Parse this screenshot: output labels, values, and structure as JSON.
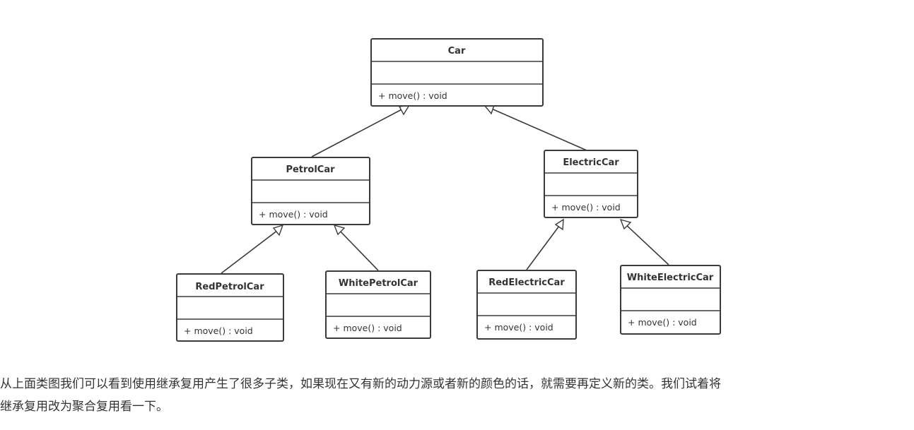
{
  "diagram": {
    "classes": {
      "car": {
        "name": "Car",
        "method": "+ move() : void"
      },
      "petrol_car": {
        "name": "PetrolCar",
        "method": "+ move() : void"
      },
      "electric_car": {
        "name": "ElectricCar",
        "method": "+ move() : void"
      },
      "red_petrol_car": {
        "name": "RedPetrolCar",
        "method": "+ move() : void"
      },
      "white_petrol_car": {
        "name": "WhitePetrolCar",
        "method": "+ move() : void"
      },
      "red_electric_car": {
        "name": "RedElectricCar",
        "method": "+ move() : void"
      },
      "white_electric_car": {
        "name": "WhiteElectricCar",
        "method": "+ move() : void"
      }
    },
    "relationships": [
      {
        "type": "inheritance",
        "from": "PetrolCar",
        "to": "Car"
      },
      {
        "type": "inheritance",
        "from": "ElectricCar",
        "to": "Car"
      },
      {
        "type": "inheritance",
        "from": "RedPetrolCar",
        "to": "PetrolCar"
      },
      {
        "type": "inheritance",
        "from": "WhitePetrolCar",
        "to": "PetrolCar"
      },
      {
        "type": "inheritance",
        "from": "RedElectricCar",
        "to": "ElectricCar"
      },
      {
        "type": "inheritance",
        "from": "WhiteElectricCar",
        "to": "ElectricCar"
      }
    ]
  },
  "text": {
    "paragraph_line1": "从上面类图我们可以看到使用继承复用产生了很多子类，如果现在又有新的动力源或者新的颜色的话，就需要再定义新的类。我们试着将",
    "paragraph_line2": "继承复用改为聚合复用看一下。"
  },
  "colors": {
    "stroke": "#3a3a3a",
    "text": "#333333",
    "background": "#ffffff"
  }
}
